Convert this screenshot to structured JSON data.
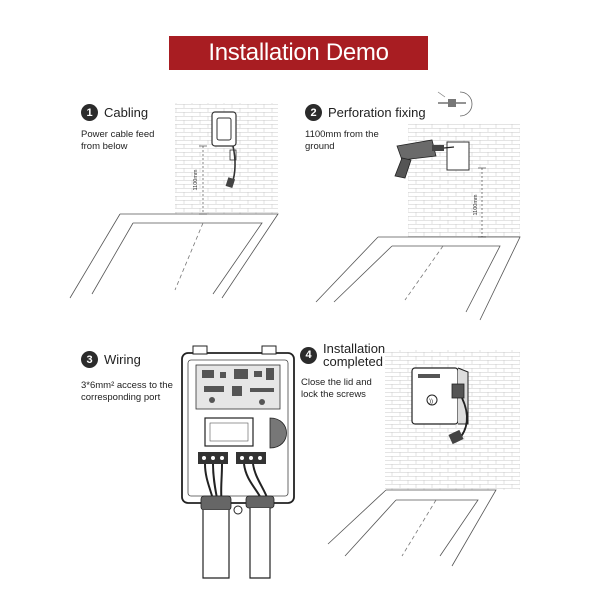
{
  "header": {
    "title": "Installation Demo",
    "bg_color": "#a81d22"
  },
  "badge_color": "#2b2b2b",
  "steps": [
    {
      "number": "1",
      "title": "Cabling",
      "description": "Power cable feed from below"
    },
    {
      "number": "2",
      "title": "Perforation fixing",
      "description": "1100mm from the ground"
    },
    {
      "number": "3",
      "title": "Wiring",
      "description": "3*6mm² access to the corresponding port"
    },
    {
      "number": "4",
      "title_line1": "Installation",
      "title_line2": "completed",
      "description": "Close the lid and lock the screws"
    }
  ],
  "dimensions": {
    "step1": "1100mm",
    "step2": "1100mm"
  }
}
